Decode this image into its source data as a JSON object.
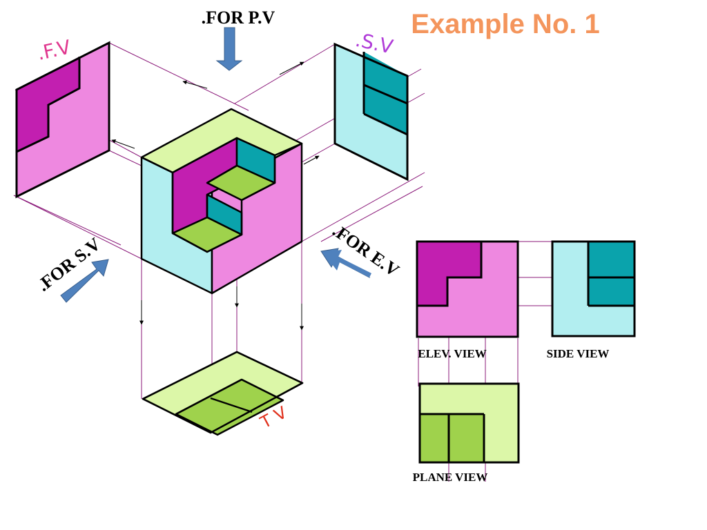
{
  "title": "Example No. 1",
  "directions": {
    "pv": ".FOR P.V",
    "sv": ".FOR S.V",
    "ev": ".FOR E.V"
  },
  "planes": {
    "front": ".F.V",
    "side": ".S.V",
    "top": "T V"
  },
  "views": {
    "elevation": "ELEV. VIEW",
    "side": "SIDE VIEW",
    "plan": "PLANE VIEW"
  },
  "colors": {
    "title": "#f4955c",
    "magenta_dark": "#c21fb0",
    "magenta_light": "#ee88e0",
    "cyan_light": "#b2eef0",
    "cyan_dark": "#0aa3ac",
    "green_light": "#dcf7a8",
    "green_mid": "#9fd24c",
    "arrow_blue": "#4f81bd",
    "projector": "#8b1a7a",
    "tv_red": "#e0321e",
    "sv_purple": "#b03cd8"
  }
}
